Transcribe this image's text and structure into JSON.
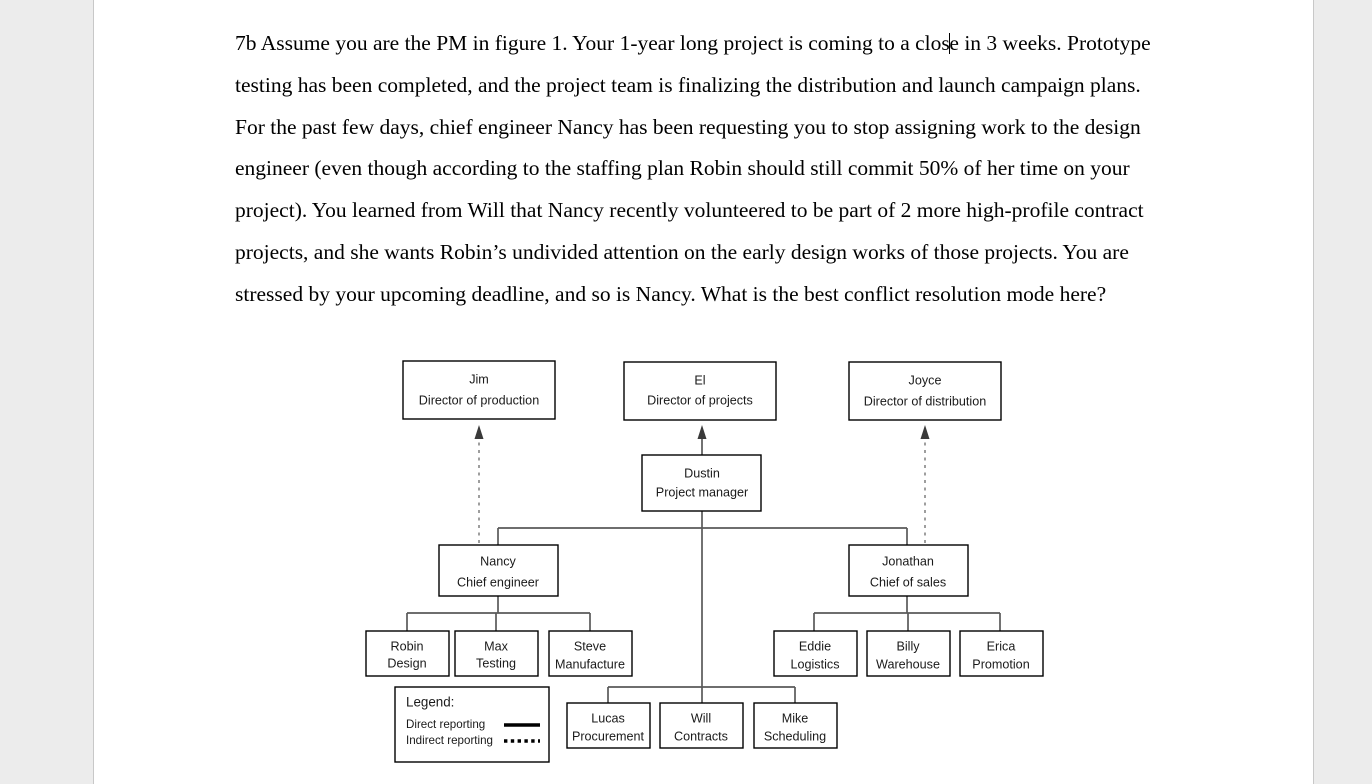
{
  "document": {
    "question": {
      "id": "7b",
      "text_before_caret": "7b Assume you are the PM in figure 1. Your 1-year long project is coming to a clos",
      "text_after_caret": "e in 3 weeks. Prototype testing has been completed, and the project team is finalizing the distribution and launch campaign plans. For the past few days, chief engineer Nancy has been requesting you to stop assigning work to the design engineer (even though according to the staffing plan Robin should still commit 50% of her time on your project). You learned from Will that Nancy recently volunteered to be part of 2 more high-profile contract projects, and she wants Robin’s undivided attention on the early design works of those projects. You are stressed by your upcoming deadline, and so is Nancy. What is the best conflict resolution mode here?"
    }
  },
  "orgchart": {
    "nodes": [
      {
        "key": "jim",
        "name": "Jim",
        "title": "Director of production"
      },
      {
        "key": "el",
        "name": "El",
        "title": "Director of projects"
      },
      {
        "key": "joyce",
        "name": "Joyce",
        "title": "Director of distribution"
      },
      {
        "key": "dustin",
        "name": "Dustin",
        "title": "Project manager"
      },
      {
        "key": "nancy",
        "name": "Nancy",
        "title": "Chief engineer"
      },
      {
        "key": "jonathan",
        "name": "Jonathan",
        "title": "Chief of sales"
      },
      {
        "key": "robin",
        "name": "Robin",
        "title": "Design"
      },
      {
        "key": "max",
        "name": "Max",
        "title": "Testing"
      },
      {
        "key": "steve",
        "name": "Steve",
        "title": "Manufacture"
      },
      {
        "key": "eddie",
        "name": "Eddie",
        "title": "Logistics"
      },
      {
        "key": "billy",
        "name": "Billy",
        "title": "Warehouse"
      },
      {
        "key": "erica",
        "name": "Erica",
        "title": "Promotion"
      },
      {
        "key": "lucas",
        "name": "Lucas",
        "title": "Procurement"
      },
      {
        "key": "will",
        "name": "Will",
        "title": "Contracts"
      },
      {
        "key": "mike",
        "name": "Mike",
        "title": "Scheduling"
      }
    ],
    "legend": {
      "title": "Legend:",
      "direct_label": "Direct reporting",
      "indirect_label": "Indirect reporting"
    },
    "colors": {
      "box_stroke": "#000000",
      "box_fill": "#ffffff",
      "solid_link": "#5a5a5a",
      "dashed_link": "#9a9a9a",
      "text": "#1a1a1a"
    }
  },
  "page": {
    "background": "#ececec",
    "paper": "#ffffff"
  }
}
